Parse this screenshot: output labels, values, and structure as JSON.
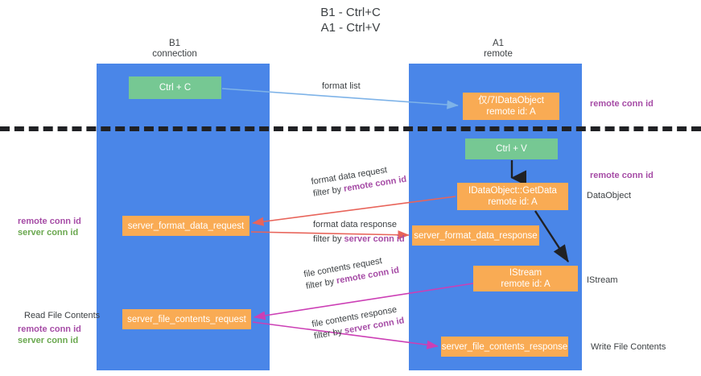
{
  "title": {
    "line1": "B1 - Ctrl+C",
    "line2": "A1 - Ctrl+V"
  },
  "columns": {
    "left": {
      "name": "B1",
      "role": "connection"
    },
    "right": {
      "name": "A1",
      "role": "remote"
    }
  },
  "nodes": {
    "ctrl_c": {
      "label": "Ctrl + C",
      "color": "#76c893"
    },
    "idataobject": {
      "line1": "仅/7IDataObject",
      "line2": "remote id: A",
      "color": "#f9ab54"
    },
    "ctrl_v": {
      "label": "Ctrl + V",
      "color": "#76c893"
    },
    "getdata": {
      "line1": "IDataObject::GetData",
      "line2": "remote id: A",
      "color": "#f9ab54"
    },
    "server_format_data_request": {
      "label": "server_format_data_request",
      "color": "#f9ab54"
    },
    "server_format_data_response": {
      "label": "server_format_data_response",
      "color": "#f9ab54"
    },
    "istream": {
      "line1": "IStream",
      "line2": "remote id: A",
      "color": "#f9ab54"
    },
    "server_file_contents_request": {
      "label": "server_file_contents_request",
      "color": "#f9ab54"
    },
    "server_file_contents_response": {
      "label": "server_file_contents_response",
      "color": "#f9ab54"
    }
  },
  "edges": {
    "format_list": {
      "label": "format list"
    },
    "format_data_request": {
      "label": "format data request",
      "filter_prefix": "filter by ",
      "filter_key": "remote conn id"
    },
    "format_data_response": {
      "label": "format data response",
      "filter_prefix": "filter by ",
      "filter_key": "server conn id"
    },
    "file_contents_request": {
      "label": "file contents request",
      "filter_prefix": "filter by ",
      "filter_key": "remote conn id"
    },
    "file_contents_response": {
      "label": "file contents response",
      "filter_prefix": "filter by ",
      "filter_key": "server conn id"
    }
  },
  "annotations": {
    "right": {
      "remote_conn_id_top": "remote conn id",
      "remote_conn_id_mid": "remote conn id",
      "dataobject": "DataObject",
      "istream": "IStream",
      "write_file_contents": "Write File Contents"
    },
    "left": {
      "remote_conn_id": "remote conn id",
      "server_conn_id": "server conn id",
      "read_file_contents": "Read File Contents",
      "remote_conn_id_2": "remote conn id",
      "server_conn_id_2": "server conn id"
    }
  },
  "colors": {
    "lane": "#4a86e8",
    "green_node": "#76c893",
    "orange_node": "#f9ab54",
    "purple_text": "#a64ca6",
    "green_text": "#6aa84f",
    "arrow_blue": "#7eb3e8",
    "arrow_red": "#e8645a",
    "arrow_magenta": "#cc3fb5",
    "arrow_black": "#202124",
    "divider": "#202124"
  }
}
